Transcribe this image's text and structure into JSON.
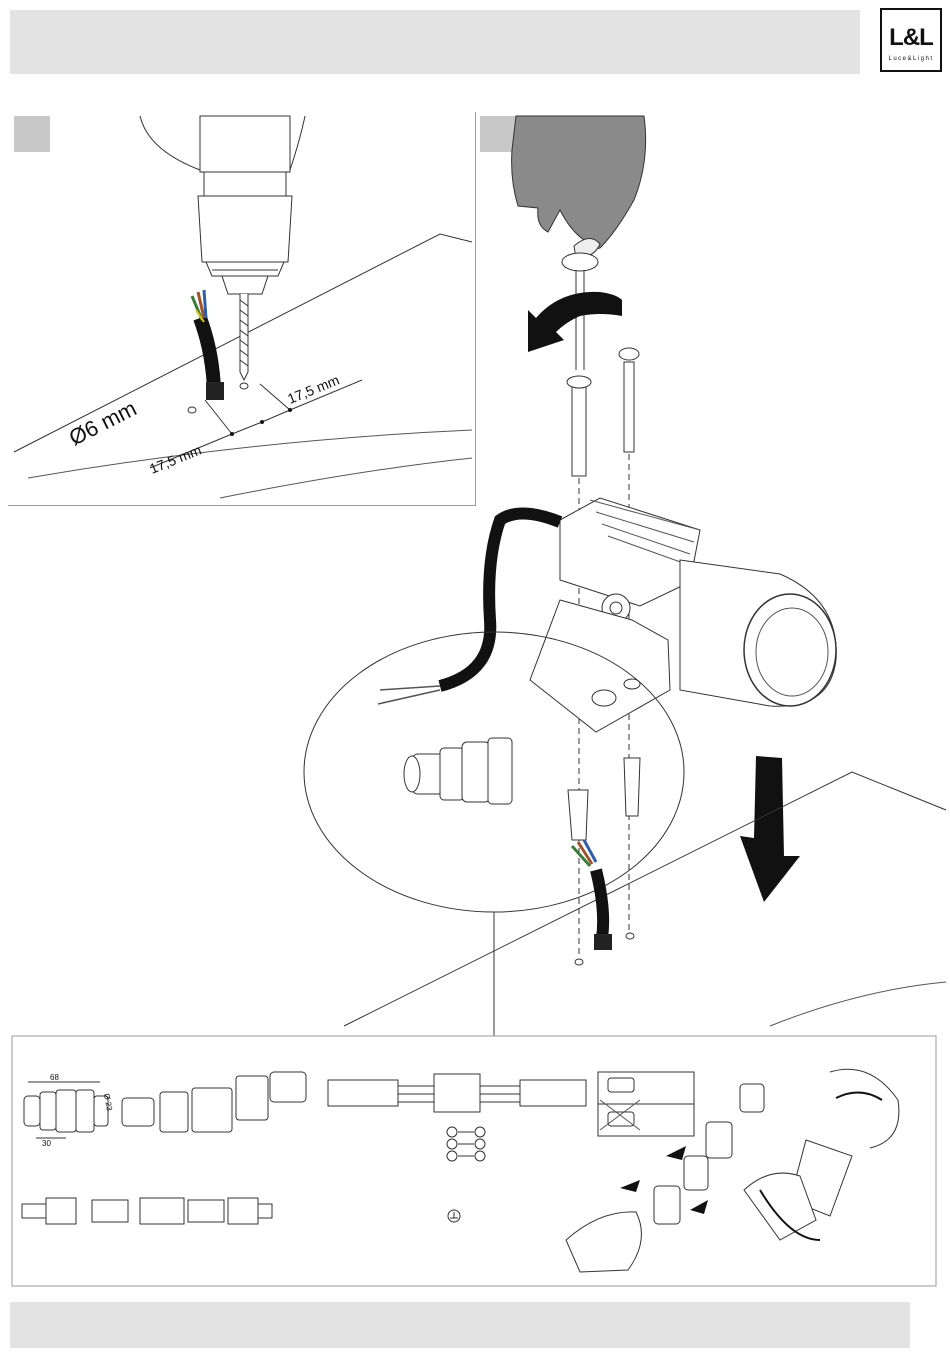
{
  "brand": {
    "logo_text": "L&L",
    "logo_subtext": "Luce&Light"
  },
  "step1": {
    "diameter_label": "Ø6 mm",
    "spacing_label_left": "17,5 mm",
    "spacing_label_right": "17,5 mm"
  },
  "connector": {
    "length_label": "68",
    "diameter_label": "Ø 23",
    "short_length_label": "30"
  },
  "colors": {
    "header_bar": "#e3e3e3",
    "badge": "#c8c8c8",
    "cable": "#111111",
    "glove": "#8a8a8a"
  }
}
